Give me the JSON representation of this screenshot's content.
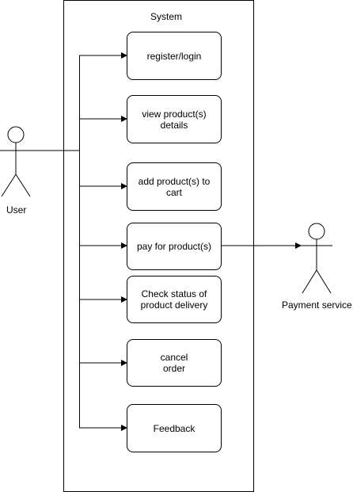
{
  "system": {
    "title": "System"
  },
  "actors": {
    "user": {
      "label": "User"
    },
    "payment": {
      "label": "Payment service"
    }
  },
  "use_cases": [
    {
      "id": "register",
      "label": "register/login"
    },
    {
      "id": "view",
      "label": "view product(s)\ndetails"
    },
    {
      "id": "add",
      "label": "add product(s) to\ncart"
    },
    {
      "id": "pay",
      "label": "pay  for product(s)"
    },
    {
      "id": "status",
      "label": "Check status of\nproduct delivery"
    },
    {
      "id": "cancel",
      "label": "cancel\norder"
    },
    {
      "id": "feedback",
      "label": "Feedback"
    }
  ]
}
